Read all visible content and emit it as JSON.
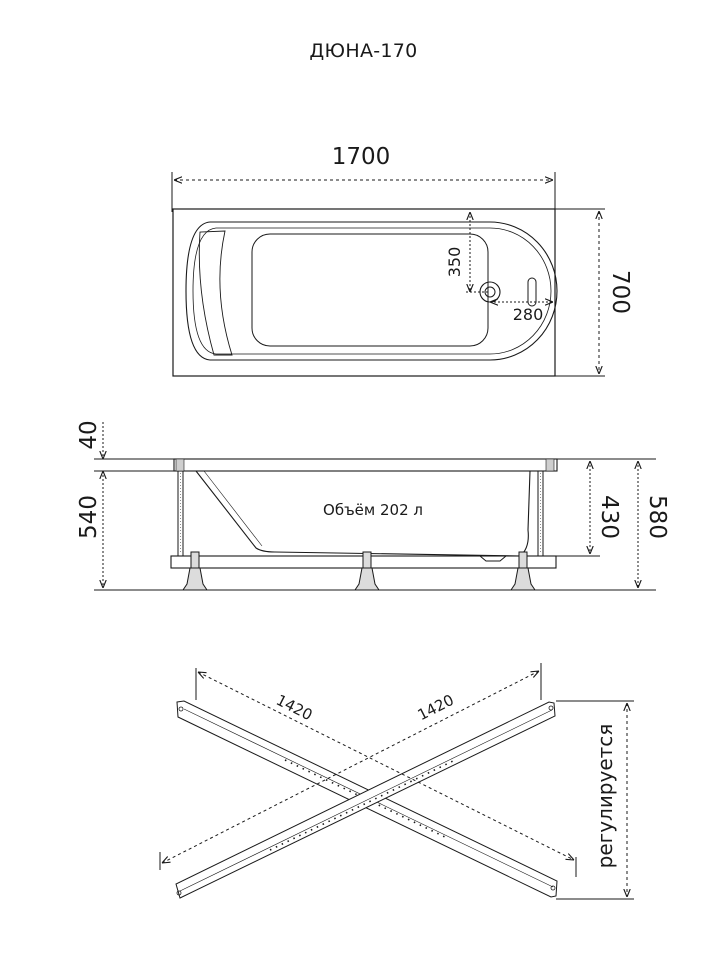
{
  "title": "ДЮНА-170",
  "top_view": {
    "length": "1700",
    "width": "700",
    "drain_from_edge": "350",
    "drain_from_end": "280"
  },
  "side_view": {
    "rim_height": "40",
    "floor_height": "540",
    "inner_depth": "430",
    "total_height": "580",
    "volume_label": "Объём 202 л"
  },
  "frame_view": {
    "diag_left": "1420",
    "diag_right": "1420",
    "adjustable_label": "регулируется"
  }
}
